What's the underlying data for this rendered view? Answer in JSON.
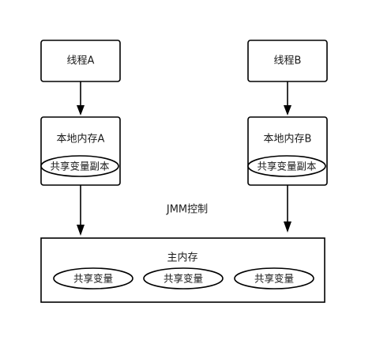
{
  "thread_a": {
    "thread_label": "线程A",
    "local_memory_label": "本地内存A",
    "copy_label": "共享变量副本"
  },
  "thread_b": {
    "thread_label": "线程B",
    "local_memory_label": "本地内存B",
    "copy_label": "共享变量副本"
  },
  "jmm_control_label": "JMM控制",
  "main_memory": {
    "label": "主内存",
    "shared_variables": [
      "共享变量",
      "共享变量",
      "共享变量"
    ]
  }
}
